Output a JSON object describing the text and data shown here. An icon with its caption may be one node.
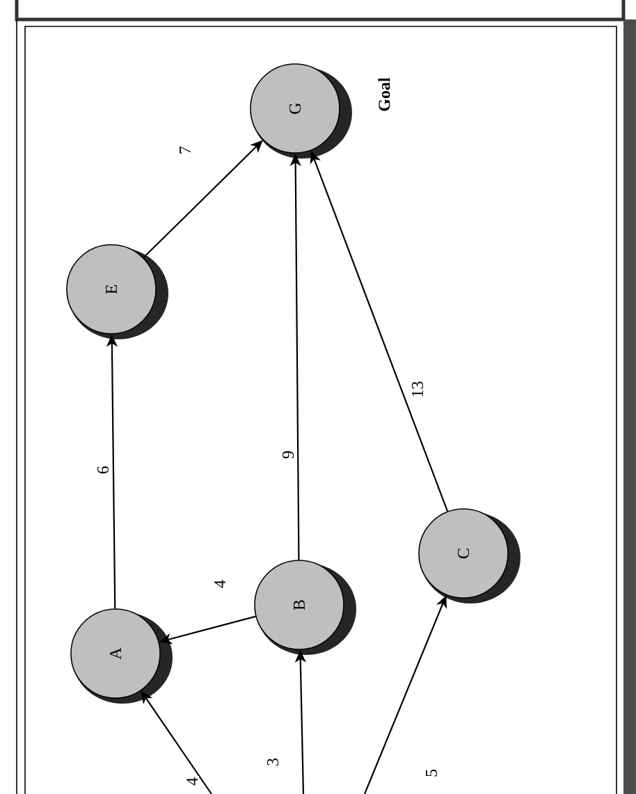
{
  "diagram": {
    "nodes": [
      {
        "text": [
          "A"
        ]
      },
      {
        "text": [
          "B"
        ]
      },
      {
        "text": [
          "C"
        ]
      },
      {
        "text": [
          "E"
        ]
      },
      {
        "text": [
          "G"
        ],
        "beside": [
          "Goal"
        ]
      }
    ],
    "edges": [
      {
        "from": null,
        "to": 0,
        "label": "4",
        "arrow": "to"
      },
      {
        "from": null,
        "to": 1,
        "label": "3",
        "arrow": "to"
      },
      {
        "from": null,
        "to": 2,
        "label": "5",
        "arrow": "to"
      },
      {
        "from": 1,
        "to": 0,
        "label": "4",
        "arrow": "to"
      },
      {
        "from": 0,
        "to": 3,
        "label": "6",
        "arrow": "to"
      },
      {
        "from": 1,
        "to": 4,
        "label": "9",
        "arrow": "to"
      },
      {
        "from": 2,
        "to": 4,
        "label": "13",
        "arrow": "to"
      },
      {
        "from": 3,
        "to": 4,
        "label": "7",
        "arrow": "to"
      }
    ]
  }
}
